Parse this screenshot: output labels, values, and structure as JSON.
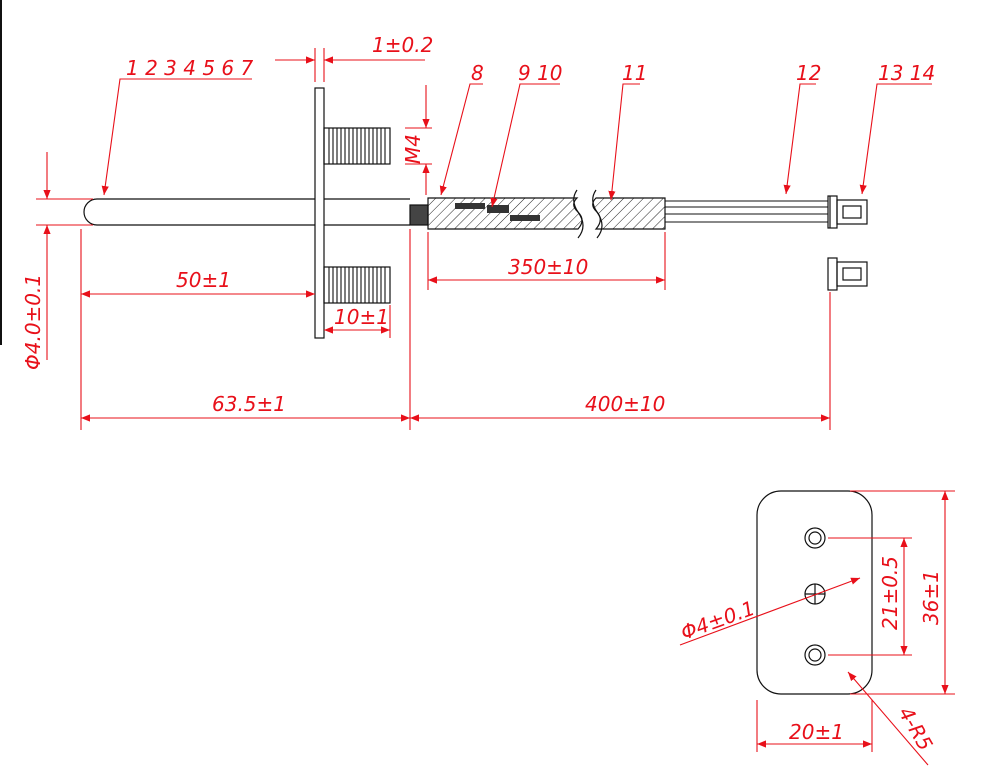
{
  "part_labels": {
    "probe": "1 2 3 4 5 6 7",
    "cable_joint": "8",
    "shrink_sleeve": "9 10",
    "sleeve": "11",
    "wires": "12",
    "connector": "13 14"
  },
  "dimensions": {
    "flange_thickness": "1±0.2",
    "thread": "M4",
    "probe_diameter": "Φ4.0±0.1",
    "probe_length": "50±1",
    "stud_length": "10±1",
    "sleeve_length": "350±10",
    "overall_probe": "63.5±1",
    "cable_length": "400±10",
    "hole_diameter": "Φ4±0.1",
    "hole_spacing": "21±0.5",
    "flange_height": "36±1",
    "flange_width": "20±1",
    "corner_radius": "4-R5"
  },
  "colors": {
    "dimension": "#e8101a",
    "outline": "#111111",
    "hatch": "#333333",
    "background": "#ffffff"
  }
}
